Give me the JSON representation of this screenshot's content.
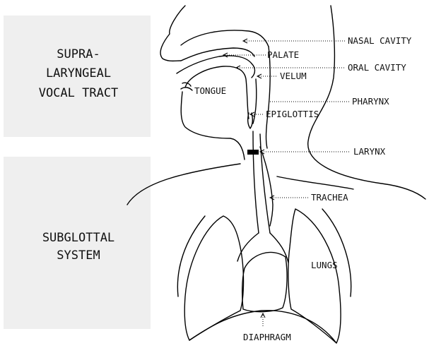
{
  "regions": {
    "supra": [
      "SUPRA-",
      "LARYNGEAL",
      "VOCAL TRACT"
    ],
    "sub": [
      "SUBGLOTTAL",
      "SYSTEM"
    ]
  },
  "labels": {
    "nasal_cavity": "NASAL CAVITY",
    "palate": "PALATE",
    "oral_cavity": "ORAL CAVITY",
    "velum": "VELUM",
    "tongue": "TONGUE",
    "pharynx": "PHARYNX",
    "epiglottis": "EPIGLOTTIS",
    "larynx": "LARYNX",
    "trachea": "TRACHEA",
    "lungs": "LUNGS",
    "diaphragm": "DIAPHRAGM"
  }
}
